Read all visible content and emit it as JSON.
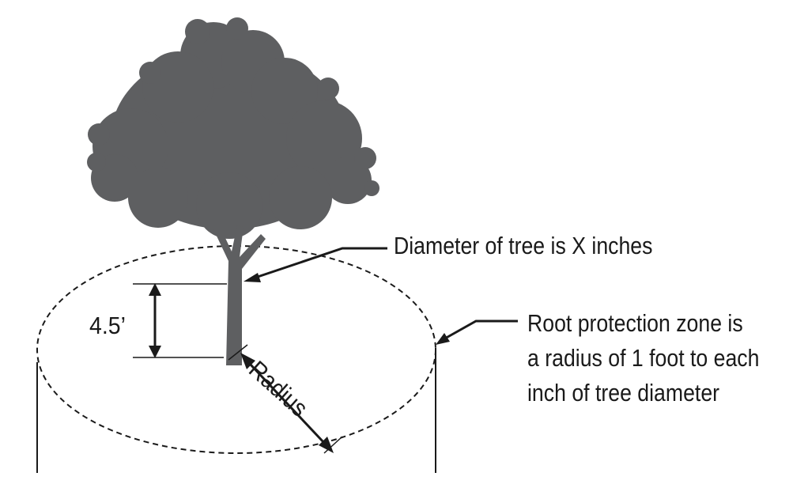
{
  "labels": {
    "diameter": "Diameter of tree is X inches",
    "height": "4.5’",
    "radius": "Radius",
    "root_zone_lines": [
      "Root protection zone is",
      "a radius of 1 foot to each",
      "inch of tree diameter"
    ]
  },
  "colors": {
    "tree": "#5e5f61",
    "lines": "#1a1a1a",
    "background": "#ffffff"
  }
}
